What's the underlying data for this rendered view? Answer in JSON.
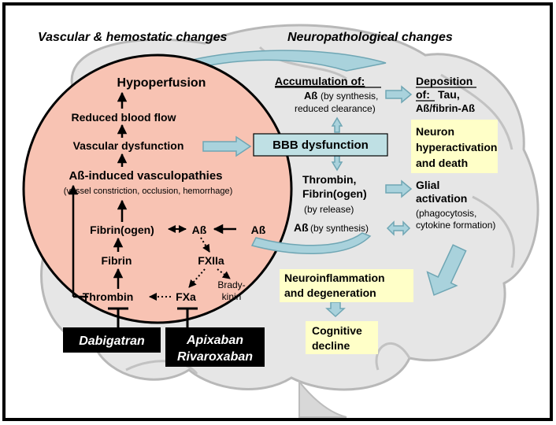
{
  "headings": {
    "left": "Vascular & hemostatic changes",
    "right": "Neuropathological changes"
  },
  "vascular": {
    "hypoperfusion": "Hypoperfusion",
    "reduced_blood_flow": "Reduced blood flow",
    "vascular_dysfunction": "Vascular dysfunction",
    "ab_vasculopathies": "Aß-induced vasculopathies",
    "vasculopathies_detail": "(vessel constriction, occlusion, hemorrhage)",
    "fibrinogen": "Fibrin(ogen)",
    "ab_center": "Aß",
    "ab_right": "Aß",
    "fxiia": "FXIIa",
    "bradykinin_1": "Brady-",
    "bradykinin_2": "kinin",
    "fibrin": "Fibrin",
    "thrombin": "Thrombin",
    "fxa": "FXa"
  },
  "drugs": {
    "dabigatran": "Dabigatran",
    "apixaban": "Apixaban",
    "rivaroxaban": "Rivaroxaban"
  },
  "neuro": {
    "accumulation_title": "Accumulation of:",
    "accumulation_ab": "Aß",
    "accumulation_detail_1": "(by synthesis,",
    "accumulation_detail_2": "reduced clearance)",
    "deposition_1": "Deposition",
    "deposition_2": "of:",
    "deposition_3": "Tau,",
    "deposition_4": "Aß/fibrin-Aß",
    "bbb": "BBB dysfunction",
    "thrombin_fibrinogen_1": "Thrombin,",
    "thrombin_fibrinogen_2": "Fibrin(ogen)",
    "by_release": "(by release)",
    "ab_synthesis_ab": "Aß",
    "ab_synthesis_detail": "(by synthesis)",
    "neuron_1": "Neuron",
    "neuron_2": "hyperactivation",
    "neuron_3": "and death",
    "glial_1": "Glial",
    "glial_2": "activation",
    "glial_3": "(phagocytosis,",
    "glial_4": "cytokine formation)",
    "neuroinflammation_1": "Neuroinflammation",
    "neuroinflammation_2": "and degeneration",
    "cognitive_1": "Cognitive",
    "cognitive_2": "decline"
  },
  "colors": {
    "circle_fill": "#f8c3b3",
    "box_yellow": "#ffffc8",
    "bbb_fill": "#bfe0e4",
    "arrow_blue": "#a9d2dc",
    "drug_box": "#000000",
    "brain": "#e3e3e3"
  }
}
